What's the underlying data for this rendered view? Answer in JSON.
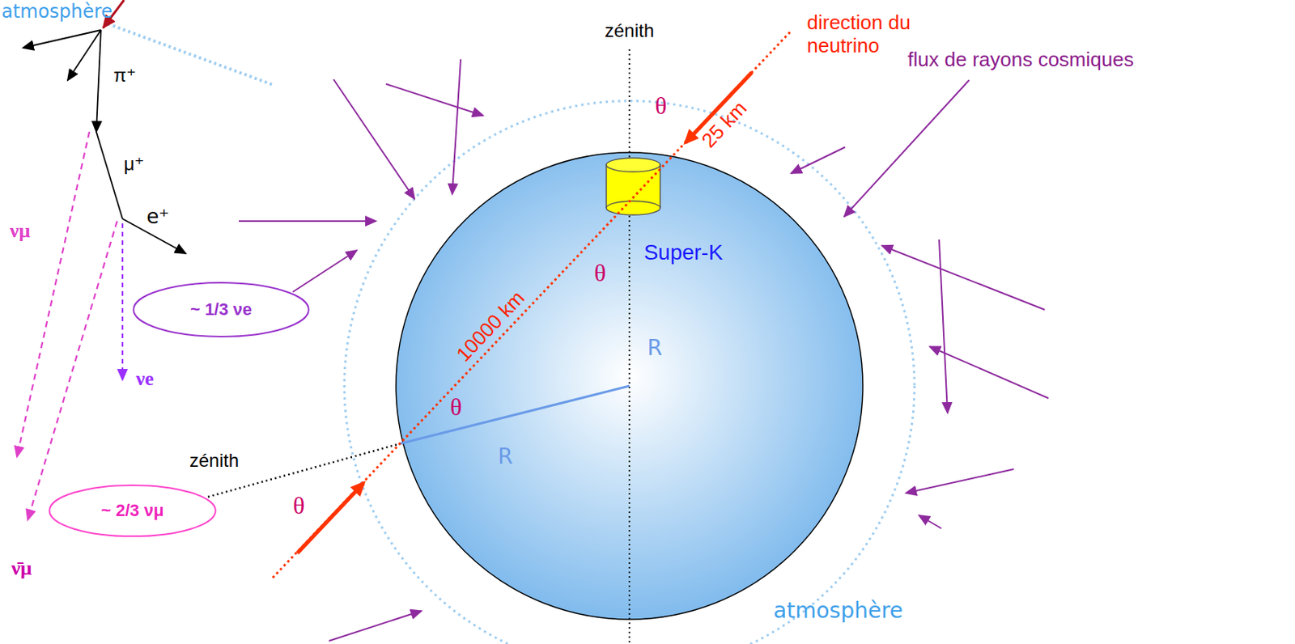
{
  "diagram": {
    "nodes": [
      {
        "text": [
          "~ 1/3 νe"
        ]
      },
      {
        "text": [
          "~ 2/3 νμ"
        ]
      }
    ],
    "labels": [
      "atmosphère",
      "π⁺",
      "μ⁺",
      "e⁺",
      "νμ",
      "νe",
      "ν̄μ",
      "zénith",
      "θ",
      "direction du neutrino",
      "25 km",
      "flux de rayons cosmiques",
      "Super-K",
      "θ",
      "R",
      "10000 km",
      "θ",
      "R",
      "zénith",
      "θ",
      "atmosphère"
    ]
  }
}
